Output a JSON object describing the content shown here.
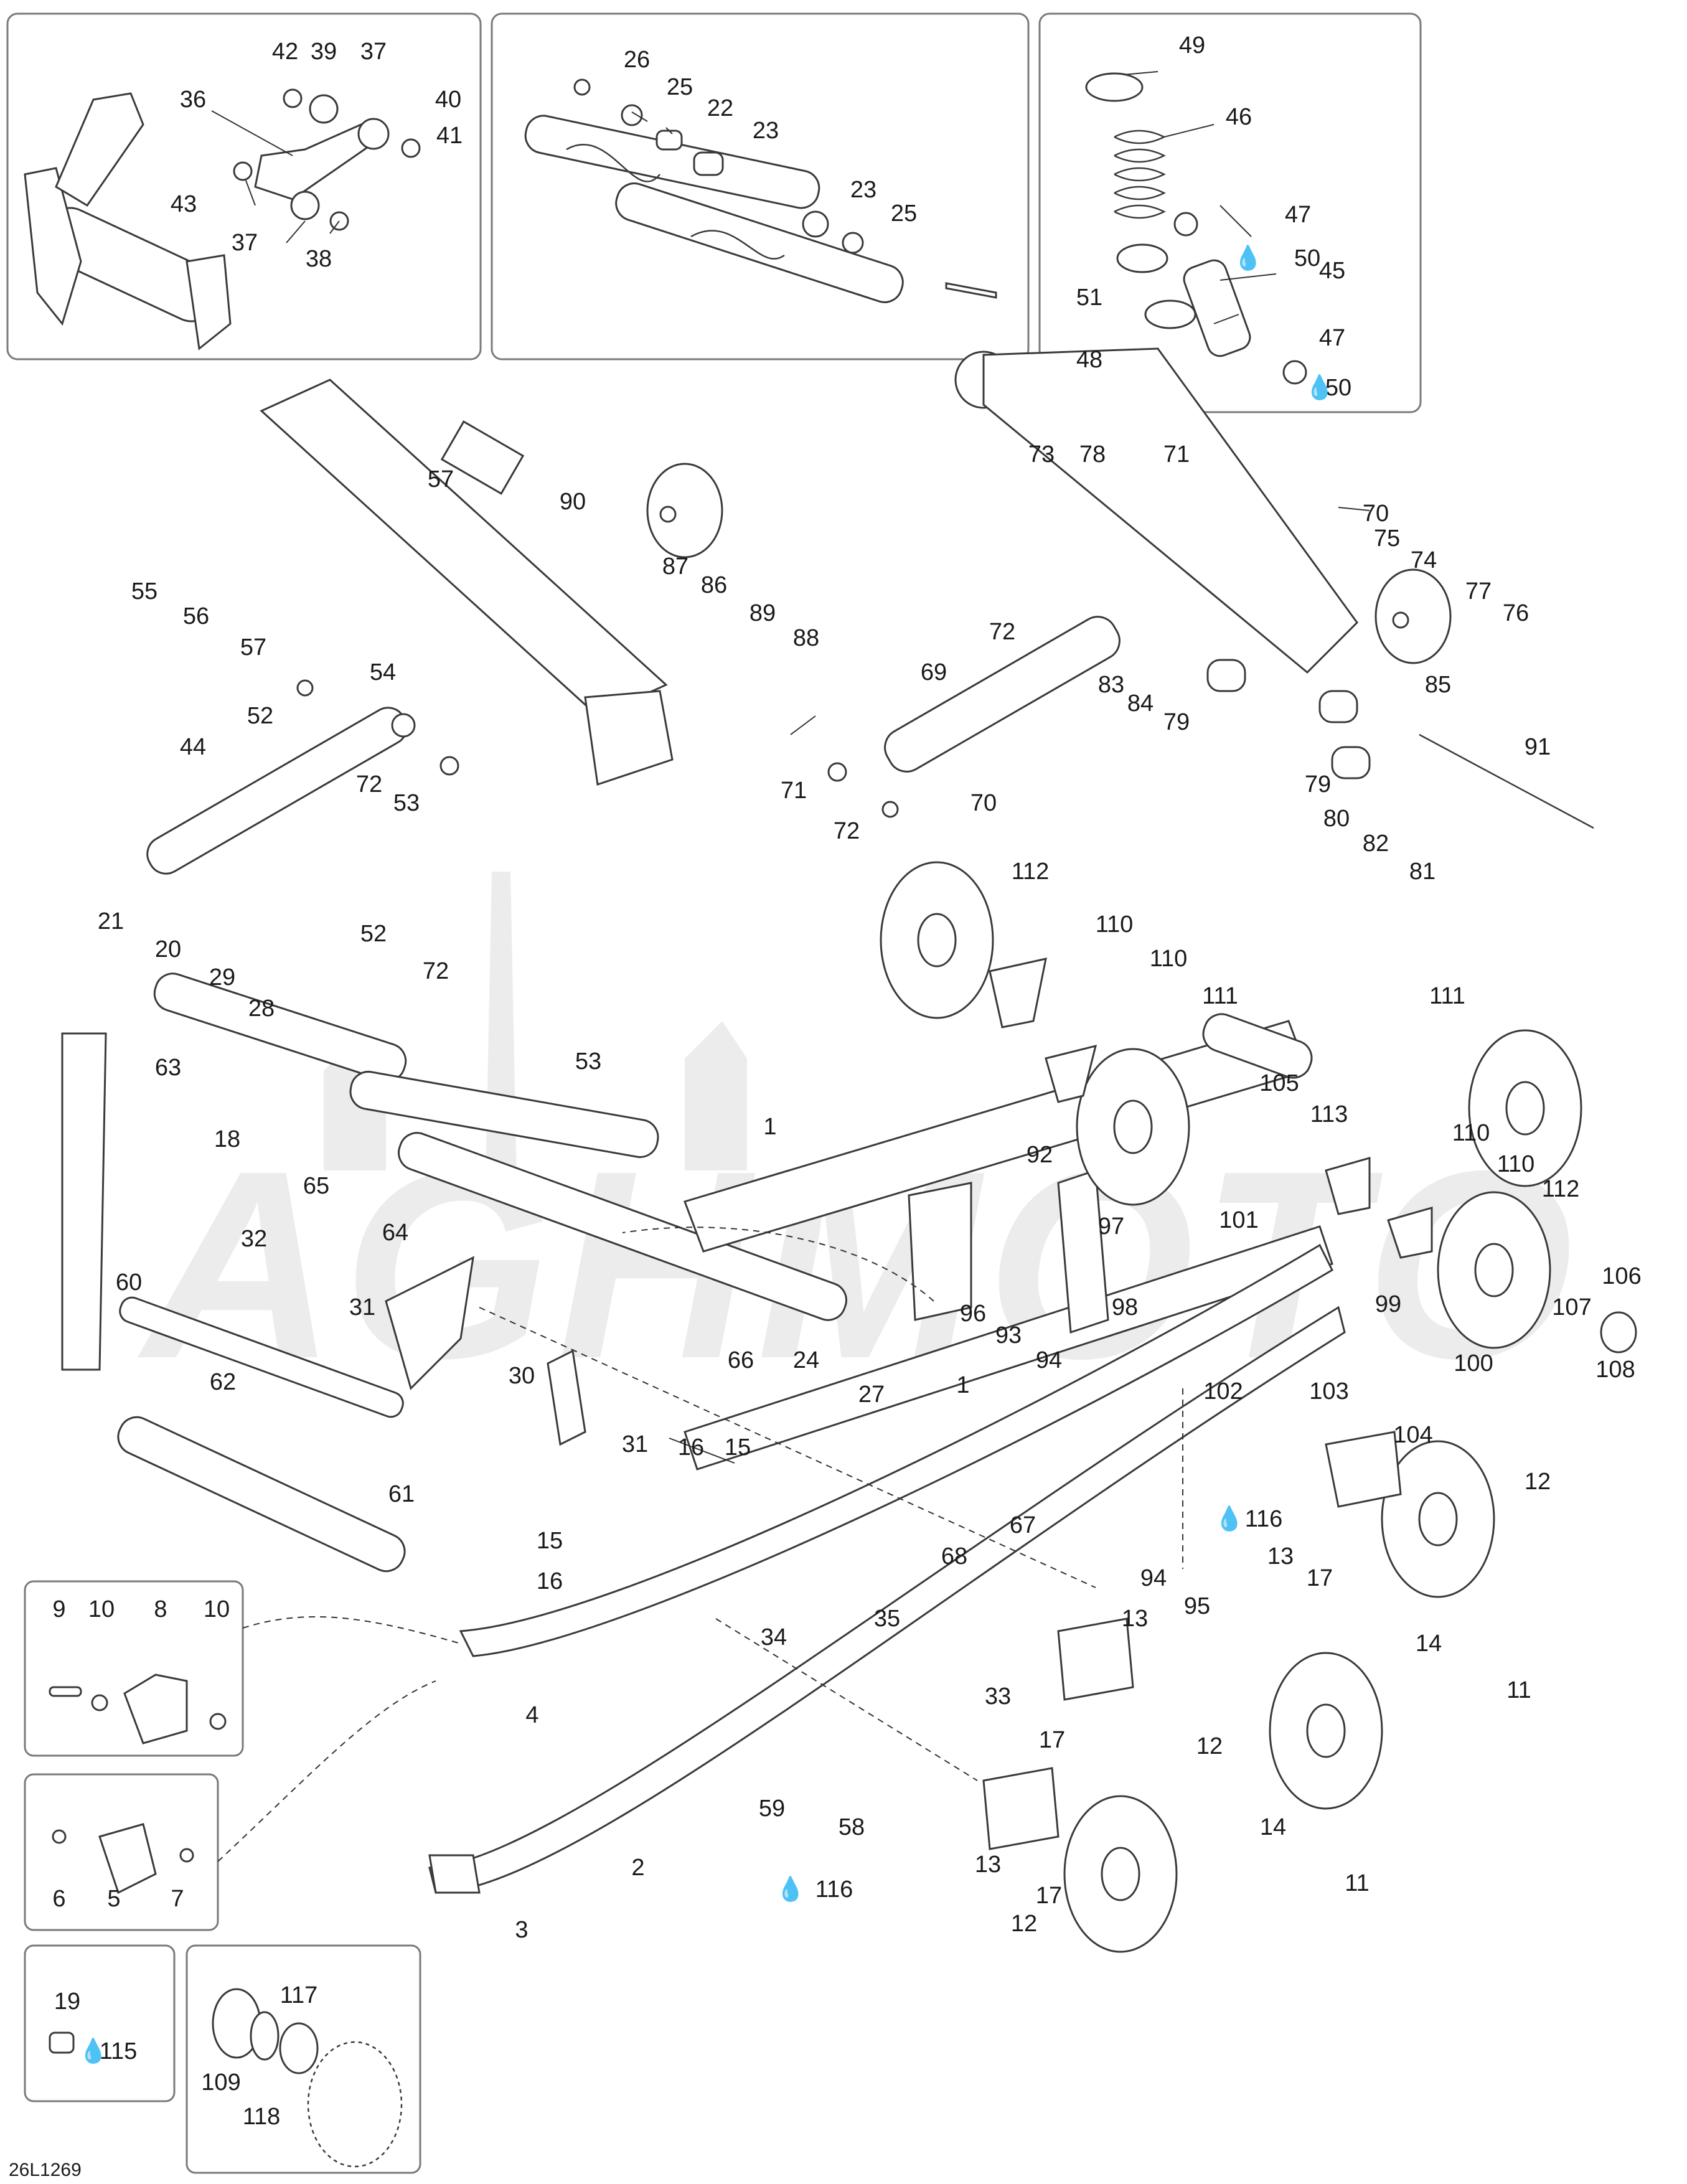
{
  "drawing_code": "26L1269",
  "watermark_text": "AGHMOTO",
  "lubricant_symbol": "💧",
  "callouts": [
    {
      "id": "c42",
      "label": "42"
    },
    {
      "id": "c39",
      "label": "39"
    },
    {
      "id": "c37a",
      "label": "37"
    },
    {
      "id": "c36",
      "label": "36"
    },
    {
      "id": "c40",
      "label": "40"
    },
    {
      "id": "c41",
      "label": "41"
    },
    {
      "id": "c43",
      "label": "43"
    },
    {
      "id": "c37b",
      "label": "37"
    },
    {
      "id": "c38",
      "label": "38"
    },
    {
      "id": "c26",
      "label": "26"
    },
    {
      "id": "c25a",
      "label": "25"
    },
    {
      "id": "c22",
      "label": "22"
    },
    {
      "id": "c23a",
      "label": "23"
    },
    {
      "id": "c23b",
      "label": "23"
    },
    {
      "id": "c25b",
      "label": "25"
    },
    {
      "id": "c49",
      "label": "49"
    },
    {
      "id": "c46",
      "label": "46"
    },
    {
      "id": "c47a",
      "label": "47"
    },
    {
      "id": "c50a",
      "label": "50"
    },
    {
      "id": "c51",
      "label": "51"
    },
    {
      "id": "c45",
      "label": "45"
    },
    {
      "id": "c48",
      "label": "48"
    },
    {
      "id": "c47b",
      "label": "47"
    },
    {
      "id": "c50b",
      "label": "50"
    },
    {
      "id": "c57a",
      "label": "57"
    },
    {
      "id": "c90",
      "label": "90"
    },
    {
      "id": "c55",
      "label": "55"
    },
    {
      "id": "c87",
      "label": "87"
    },
    {
      "id": "c86",
      "label": "86"
    },
    {
      "id": "c89",
      "label": "89"
    },
    {
      "id": "c56",
      "label": "56"
    },
    {
      "id": "c88",
      "label": "88"
    },
    {
      "id": "c57b",
      "label": "57"
    },
    {
      "id": "c54",
      "label": "54"
    },
    {
      "id": "c52a",
      "label": "52"
    },
    {
      "id": "c44",
      "label": "44"
    },
    {
      "id": "c72a",
      "label": "72"
    },
    {
      "id": "c53a",
      "label": "53"
    },
    {
      "id": "c73",
      "label": "73"
    },
    {
      "id": "c78",
      "label": "78"
    },
    {
      "id": "c71a",
      "label": "71"
    },
    {
      "id": "c70a",
      "label": "70"
    },
    {
      "id": "c75",
      "label": "75"
    },
    {
      "id": "c74",
      "label": "74"
    },
    {
      "id": "c77",
      "label": "77"
    },
    {
      "id": "c76",
      "label": "76"
    },
    {
      "id": "c72b",
      "label": "72"
    },
    {
      "id": "c69",
      "label": "69"
    },
    {
      "id": "c83",
      "label": "83"
    },
    {
      "id": "c84",
      "label": "84"
    },
    {
      "id": "c79a",
      "label": "79"
    },
    {
      "id": "c85",
      "label": "85"
    },
    {
      "id": "c91",
      "label": "91"
    },
    {
      "id": "c79b",
      "label": "79"
    },
    {
      "id": "c71b",
      "label": "71"
    },
    {
      "id": "c72c",
      "label": "72"
    },
    {
      "id": "c70b",
      "label": "70"
    },
    {
      "id": "c80",
      "label": "80"
    },
    {
      "id": "c82",
      "label": "82"
    },
    {
      "id": "c81",
      "label": "81"
    },
    {
      "id": "c112a",
      "label": "112"
    },
    {
      "id": "c110a",
      "label": "110"
    },
    {
      "id": "c110b",
      "label": "110"
    },
    {
      "id": "c111a",
      "label": "111"
    },
    {
      "id": "c111b",
      "label": "111"
    },
    {
      "id": "c105",
      "label": "105"
    },
    {
      "id": "c113",
      "label": "113"
    },
    {
      "id": "c110c",
      "label": "110"
    },
    {
      "id": "c110d",
      "label": "110"
    },
    {
      "id": "c112b",
      "label": "112"
    },
    {
      "id": "c106",
      "label": "106"
    },
    {
      "id": "c107",
      "label": "107"
    },
    {
      "id": "c108",
      "label": "108"
    },
    {
      "id": "c21",
      "label": "21"
    },
    {
      "id": "c20",
      "label": "20"
    },
    {
      "id": "c52b",
      "label": "52"
    },
    {
      "id": "c29",
      "label": "29"
    },
    {
      "id": "c72d",
      "label": "72"
    },
    {
      "id": "c28",
      "label": "28"
    },
    {
      "id": "c53b",
      "label": "53"
    },
    {
      "id": "c63",
      "label": "63"
    },
    {
      "id": "c18",
      "label": "18"
    },
    {
      "id": "c1a",
      "label": "1"
    },
    {
      "id": "c65",
      "label": "65"
    },
    {
      "id": "c92",
      "label": "92"
    },
    {
      "id": "c64",
      "label": "64"
    },
    {
      "id": "c97",
      "label": "97"
    },
    {
      "id": "c101",
      "label": "101"
    },
    {
      "id": "c32",
      "label": "32"
    },
    {
      "id": "c60",
      "label": "60"
    },
    {
      "id": "c98",
      "label": "98"
    },
    {
      "id": "c96",
      "label": "96"
    },
    {
      "id": "c99",
      "label": "99"
    },
    {
      "id": "c31a",
      "label": "31"
    },
    {
      "id": "c93",
      "label": "93"
    },
    {
      "id": "c94a",
      "label": "94"
    },
    {
      "id": "c100",
      "label": "100"
    },
    {
      "id": "c62",
      "label": "62"
    },
    {
      "id": "c24",
      "label": "24"
    },
    {
      "id": "c66",
      "label": "66"
    },
    {
      "id": "c1b",
      "label": "1"
    },
    {
      "id": "c30",
      "label": "30"
    },
    {
      "id": "c27",
      "label": "27"
    },
    {
      "id": "c102",
      "label": "102"
    },
    {
      "id": "c103",
      "label": "103"
    },
    {
      "id": "c104",
      "label": "104"
    },
    {
      "id": "c61",
      "label": "61"
    },
    {
      "id": "c31b",
      "label": "31"
    },
    {
      "id": "c16a",
      "label": "16"
    },
    {
      "id": "c15a",
      "label": "15"
    },
    {
      "id": "c12a",
      "label": "12"
    },
    {
      "id": "c116a",
      "label": "116"
    },
    {
      "id": "c67",
      "label": "67"
    },
    {
      "id": "c68",
      "label": "68"
    },
    {
      "id": "c15b",
      "label": "15"
    },
    {
      "id": "c13a",
      "label": "13"
    },
    {
      "id": "c17a",
      "label": "17"
    },
    {
      "id": "c94b",
      "label": "94"
    },
    {
      "id": "c16b",
      "label": "16"
    },
    {
      "id": "c95",
      "label": "95"
    },
    {
      "id": "c9",
      "label": "9"
    },
    {
      "id": "c10a",
      "label": "10"
    },
    {
      "id": "c8",
      "label": "8"
    },
    {
      "id": "c10b",
      "label": "10"
    },
    {
      "id": "c35",
      "label": "35"
    },
    {
      "id": "c34",
      "label": "34"
    },
    {
      "id": "c13b",
      "label": "13"
    },
    {
      "id": "c14a",
      "label": "14"
    },
    {
      "id": "c33",
      "label": "33"
    },
    {
      "id": "c11a",
      "label": "11"
    },
    {
      "id": "c17b",
      "label": "17"
    },
    {
      "id": "c4",
      "label": "4"
    },
    {
      "id": "c12b",
      "label": "12"
    },
    {
      "id": "c59",
      "label": "59"
    },
    {
      "id": "c58",
      "label": "58"
    },
    {
      "id": "c14b",
      "label": "14"
    },
    {
      "id": "c13c",
      "label": "13"
    },
    {
      "id": "c6",
      "label": "6"
    },
    {
      "id": "c5",
      "label": "5"
    },
    {
      "id": "c7",
      "label": "7"
    },
    {
      "id": "c2",
      "label": "2"
    },
    {
      "id": "c116b",
      "label": "116"
    },
    {
      "id": "c11b",
      "label": "11"
    },
    {
      "id": "c17c",
      "label": "17"
    },
    {
      "id": "c12c",
      "label": "12"
    },
    {
      "id": "c3",
      "label": "3"
    },
    {
      "id": "c19",
      "label": "19"
    },
    {
      "id": "c115",
      "label": "115"
    },
    {
      "id": "c117",
      "label": "117"
    },
    {
      "id": "c109",
      "label": "109"
    },
    {
      "id": "c118",
      "label": "118"
    }
  ]
}
